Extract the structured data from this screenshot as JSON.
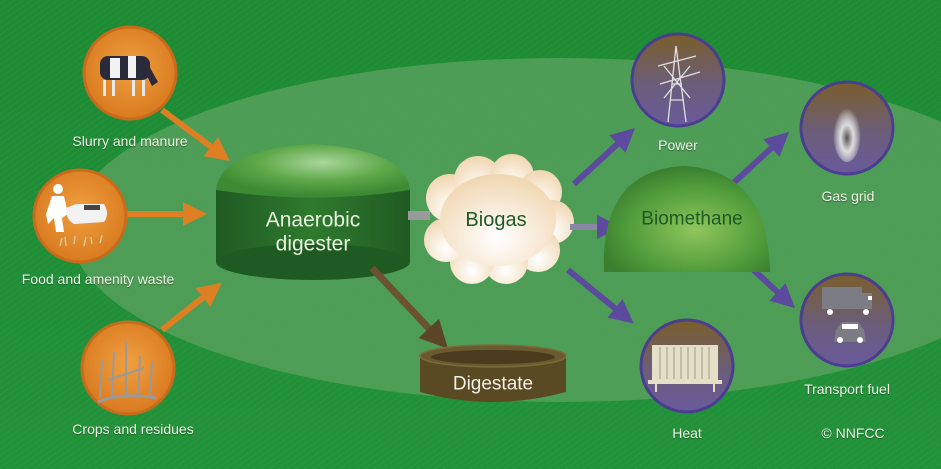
{
  "title": "Anaerobic digestion process",
  "copyright": "© NNFCC",
  "colors": {
    "background": "#1f8c35",
    "ellipse": "#4f9c58",
    "feedstock_circle": "#e58a2a",
    "feedstock_arrow": "#de7f24",
    "output_circle_border": "#4b3d8f",
    "output_arrow": "#5b4a9e",
    "digestate_arrow": "#6b5230",
    "digester": "#2f7d2f",
    "biogas_cloud": "#f4e2c8"
  },
  "feedstocks": [
    {
      "label": "Slurry and manure",
      "icon": "cow-icon"
    },
    {
      "label": "Food and amenity waste",
      "icon": "mower-icon"
    },
    {
      "label": "Crops and residues",
      "icon": "crops-icon"
    }
  ],
  "process": {
    "digester_line1": "Anaerobic",
    "digester_line2": "digester",
    "biogas": "Biogas",
    "digestate": "Digestate",
    "biomethane": "Biomethane"
  },
  "outputs": [
    {
      "label": "Power",
      "icon": "pylon-icon"
    },
    {
      "label": "Heat",
      "icon": "radiator-icon"
    },
    {
      "label": "Gas grid",
      "icon": "flame-icon"
    },
    {
      "label": "Transport fuel",
      "icon": "vehicles-icon"
    }
  ]
}
